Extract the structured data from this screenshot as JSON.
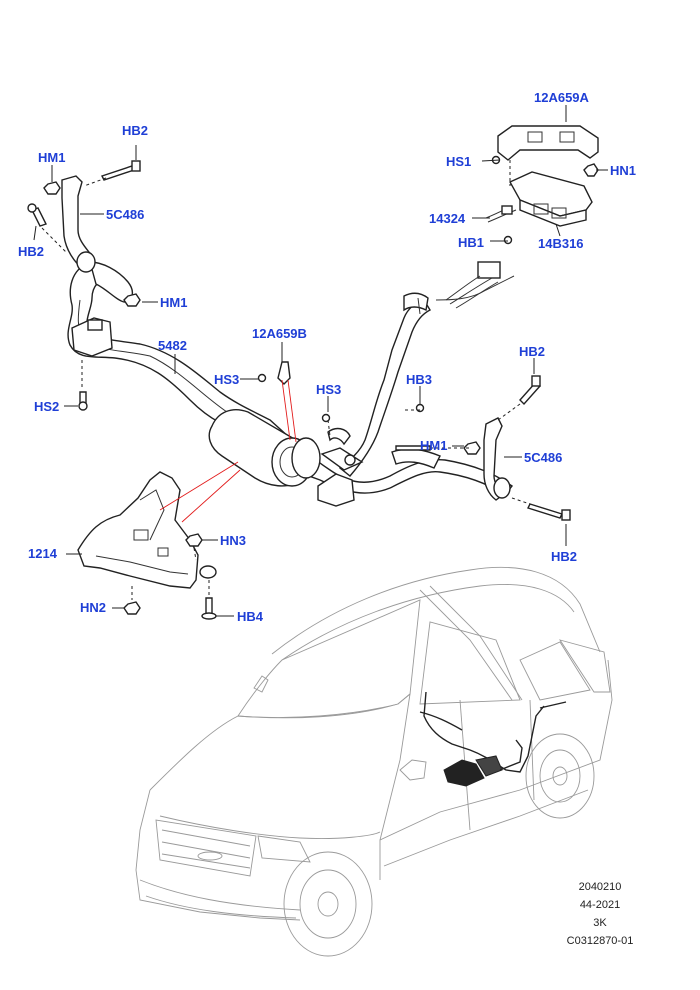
{
  "callouts": {
    "c_12a659a": "12A659A",
    "c_hs1": "HS1",
    "c_hn1": "HN1",
    "c_14324": "14324",
    "c_hb1": "HB1",
    "c_14b316": "14B316",
    "c_hb2_top": "HB2",
    "c_hm1_top": "HM1",
    "c_5c486_left": "5C486",
    "c_hb2_left": "HB2",
    "c_hm1_mid": "HM1",
    "c_5482": "5482",
    "c_12a659b": "12A659B",
    "c_hs3_left": "HS3",
    "c_hs3_mid": "HS3",
    "c_hb3": "HB3",
    "c_hs2": "HS2",
    "c_hb2_right": "HB2",
    "c_hm1_right": "HM1",
    "c_5c486_right": "5C486",
    "c_hb2_bottom": "HB2",
    "c_hn3": "HN3",
    "c_1214": "1214",
    "c_hn2": "HN2",
    "c_hb4": "HB4"
  },
  "footer": {
    "line1": "2040210",
    "line2": "44-2021",
    "line3": "3K",
    "line4": "C0312870-01"
  },
  "colors": {
    "callout": "#1f3fd6",
    "leader_highlight": "#e21b1b"
  }
}
